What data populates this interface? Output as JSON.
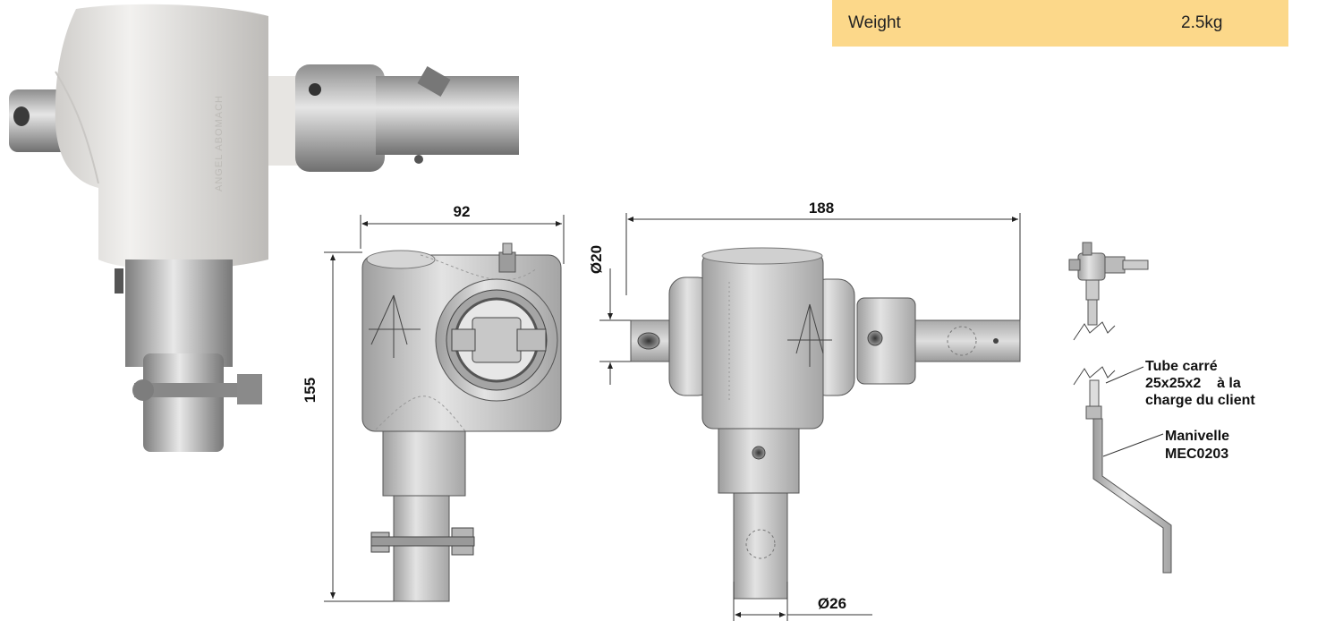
{
  "spec": {
    "label": "Weight",
    "value": "2.5kg"
  },
  "dimensions": {
    "width_front": "92",
    "height_front": "155",
    "width_side": "188",
    "diameter_shaft": "Ø20",
    "diameter_tube": "Ø26"
  },
  "callouts": {
    "tube_line1": "Tube carré",
    "tube_line2": "25x25x2    à la",
    "tube_line3": "charge du client",
    "crank_line1": "Manivelle",
    "crank_line2": "MEC0203"
  },
  "photo_text": "ANGEL ABOMACH",
  "colors": {
    "spec_bg": "#fcd88a",
    "housing": "#e2e0dd",
    "steel": "#b9b9b9"
  }
}
